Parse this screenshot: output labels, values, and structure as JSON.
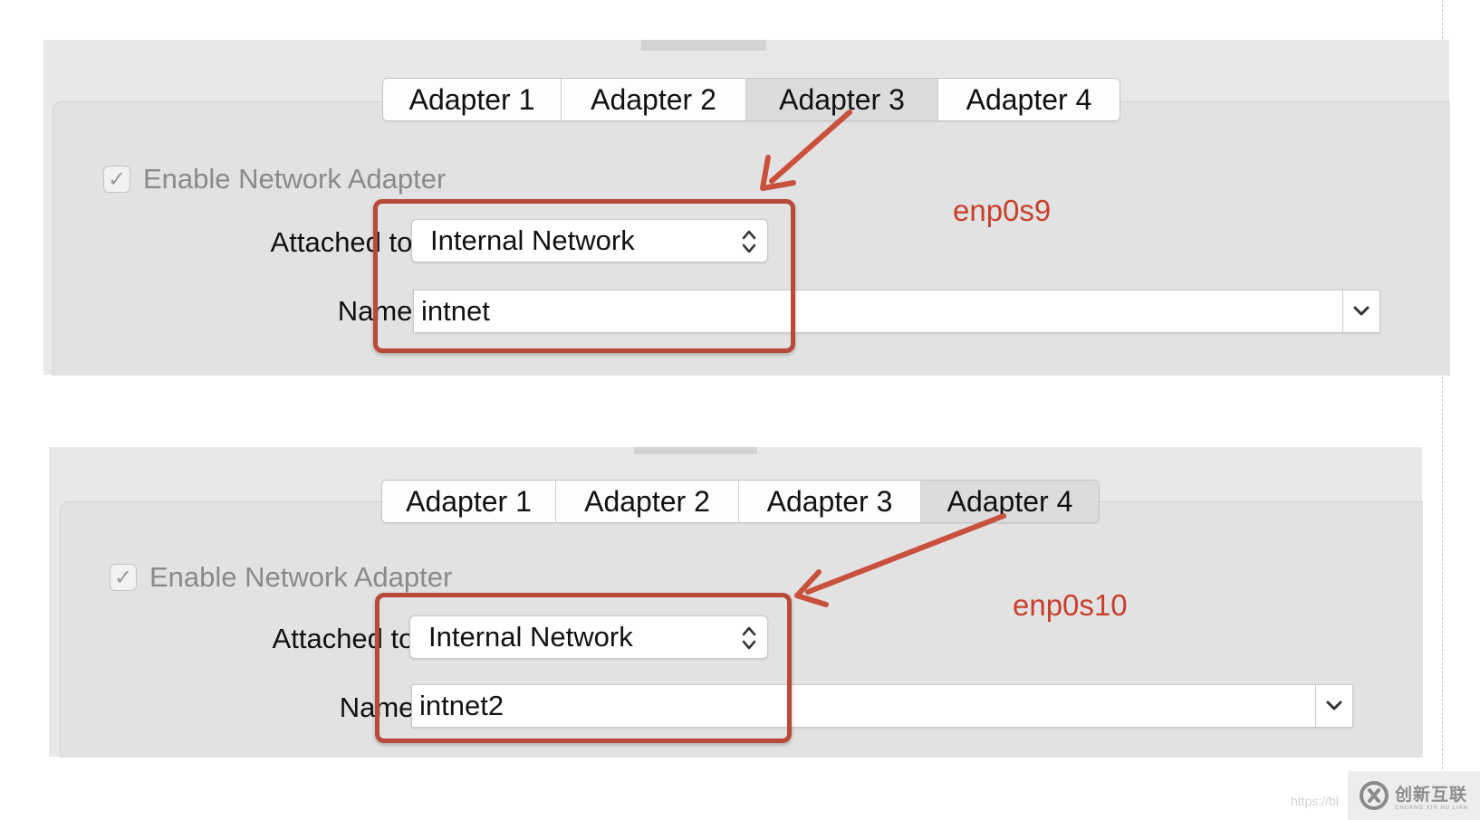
{
  "top": {
    "tabs": [
      "Adapter 1",
      "Adapter 2",
      "Adapter 3",
      "Adapter 4"
    ],
    "active_tab": "Adapter 3",
    "enable_label": "Enable Network Adapter",
    "enable_checked": true,
    "check_glyph": "✓",
    "attached_label": "Attached to:",
    "attached_value": "Internal Network",
    "name_label": "Name:",
    "name_value": "intnet",
    "annotation": "enp0s9"
  },
  "bottom": {
    "tabs": [
      "Adapter 1",
      "Adapter 2",
      "Adapter 3",
      "Adapter 4"
    ],
    "active_tab": "Adapter 4",
    "enable_label": "Enable Network Adapter",
    "enable_checked": true,
    "check_glyph": "✓",
    "attached_label": "Attached to:",
    "attached_value": "Internal Network",
    "name_label": "Name:",
    "name_value": "intnet2",
    "annotation": "enp0s10"
  },
  "watermark": {
    "brand": "创新互联",
    "brand_sub": "CHUANG XIN HU LIAN",
    "url_fragment": "https://bl"
  },
  "colors": {
    "annotation_red": "#c8402c",
    "callout_border": "#b94a3a",
    "panel_bg": "#e8e8e8",
    "active_tab_bg": "#dcdcdc"
  },
  "icons": {
    "select_arrows": "up-down-chevron-icon",
    "combo_dropdown": "chevron-down-icon",
    "checkbox": "checkmark-icon",
    "arrow": "annotation-arrow-icon",
    "logo": "brand-logo-icon"
  }
}
